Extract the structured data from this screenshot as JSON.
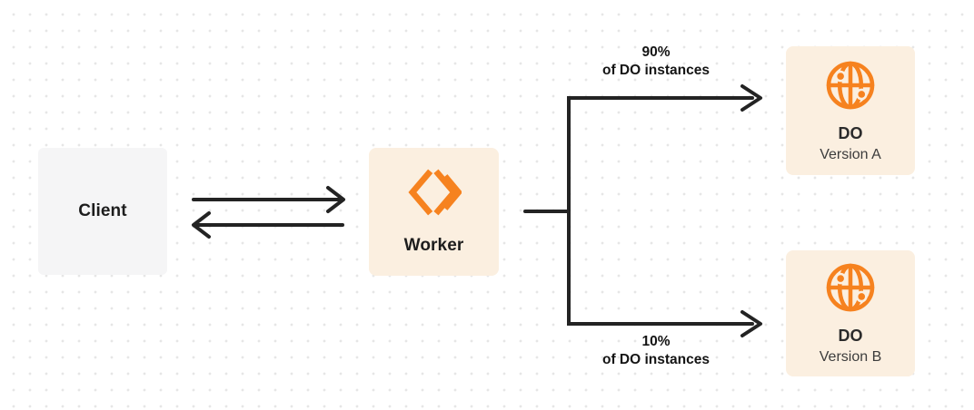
{
  "colors": {
    "background": "#FFFFFF",
    "dot_grid": "#E6E6E6",
    "accent_orange": "#F6821F",
    "cream_fill": "#FBEFE0",
    "gray_fill": "#F5F5F6",
    "line_dark": "#232323",
    "text_primary": "#1D1D1D",
    "text_secondary": "#3C3C3C"
  },
  "nodes": {
    "client": {
      "label": "Client"
    },
    "worker": {
      "label": "Worker"
    },
    "do_version_a": {
      "title": "DO",
      "subtitle": "Version A"
    },
    "do_version_b": {
      "title": "DO",
      "subtitle": "Version B"
    }
  },
  "edges": {
    "to_version_a": {
      "percent": "90%",
      "caption": "of DO instances"
    },
    "to_version_b": {
      "percent": "10%",
      "caption": "of DO instances"
    }
  }
}
